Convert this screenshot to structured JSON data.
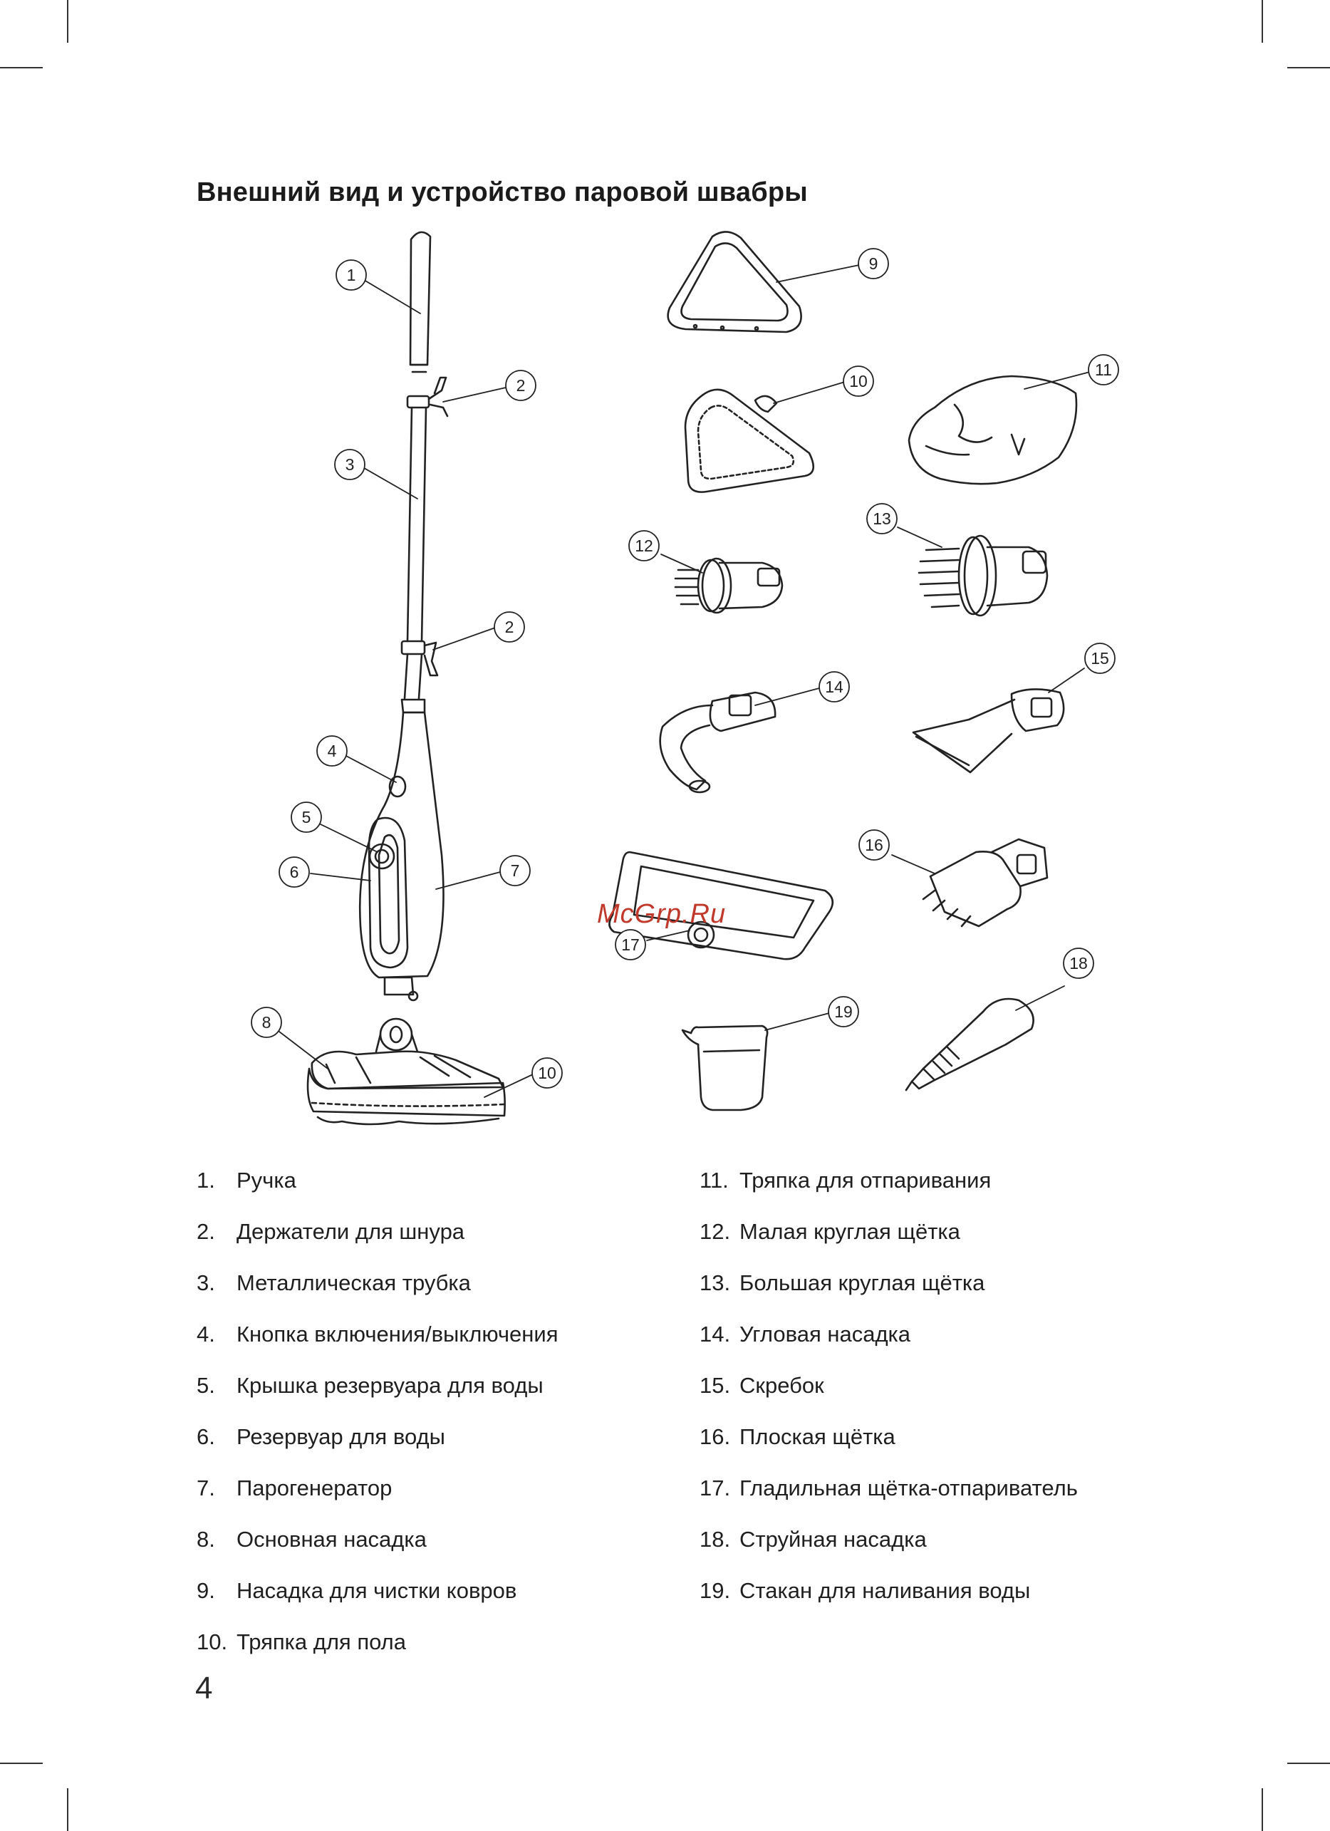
{
  "title": "Внешний вид и устройство паровой швабры",
  "watermark": "McGrp.Ru",
  "callouts": [
    {
      "n": "1"
    },
    {
      "n": "2"
    },
    {
      "n": "3"
    },
    {
      "n": "2"
    },
    {
      "n": "4"
    },
    {
      "n": "5"
    },
    {
      "n": "6"
    },
    {
      "n": "7"
    },
    {
      "n": "8"
    },
    {
      "n": "10"
    },
    {
      "n": "9"
    },
    {
      "n": "10"
    },
    {
      "n": "11"
    },
    {
      "n": "12"
    },
    {
      "n": "13"
    },
    {
      "n": "14"
    },
    {
      "n": "15"
    },
    {
      "n": "16"
    },
    {
      "n": "17"
    },
    {
      "n": "18"
    },
    {
      "n": "19"
    }
  ],
  "legend_left": [
    {
      "num": "1.",
      "label": "Ручка"
    },
    {
      "num": "2.",
      "label": "Держатели для шнура"
    },
    {
      "num": "3.",
      "label": "Металлическая трубка"
    },
    {
      "num": "4.",
      "label": "Кнопка включения/выключения"
    },
    {
      "num": "5.",
      "label": "Крышка резервуара для воды"
    },
    {
      "num": "6.",
      "label": "Резервуар для воды"
    },
    {
      "num": "7.",
      "label": "Парогенератор"
    },
    {
      "num": "8.",
      "label": "Основная насадка"
    },
    {
      "num": "9.",
      "label": "Насадка для чистки ковров"
    },
    {
      "num": "10.",
      "label": "Тряпка для пола"
    }
  ],
  "legend_right": [
    {
      "num": "11.",
      "label": "Тряпка для отпаривания"
    },
    {
      "num": "12.",
      "label": "Малая круглая щётка"
    },
    {
      "num": "13.",
      "label": "Большая круглая щётка"
    },
    {
      "num": "14.",
      "label": "Угловая насадка"
    },
    {
      "num": "15.",
      "label": "Скребок"
    },
    {
      "num": "16.",
      "label": "Плоская щётка"
    },
    {
      "num": "17.",
      "label": "Гладильная щётка-отпариватель"
    },
    {
      "num": "18.",
      "label": "Струйная насадка"
    },
    {
      "num": "19.",
      "label": "Стакан для наливания воды"
    }
  ],
  "page_number": "4"
}
